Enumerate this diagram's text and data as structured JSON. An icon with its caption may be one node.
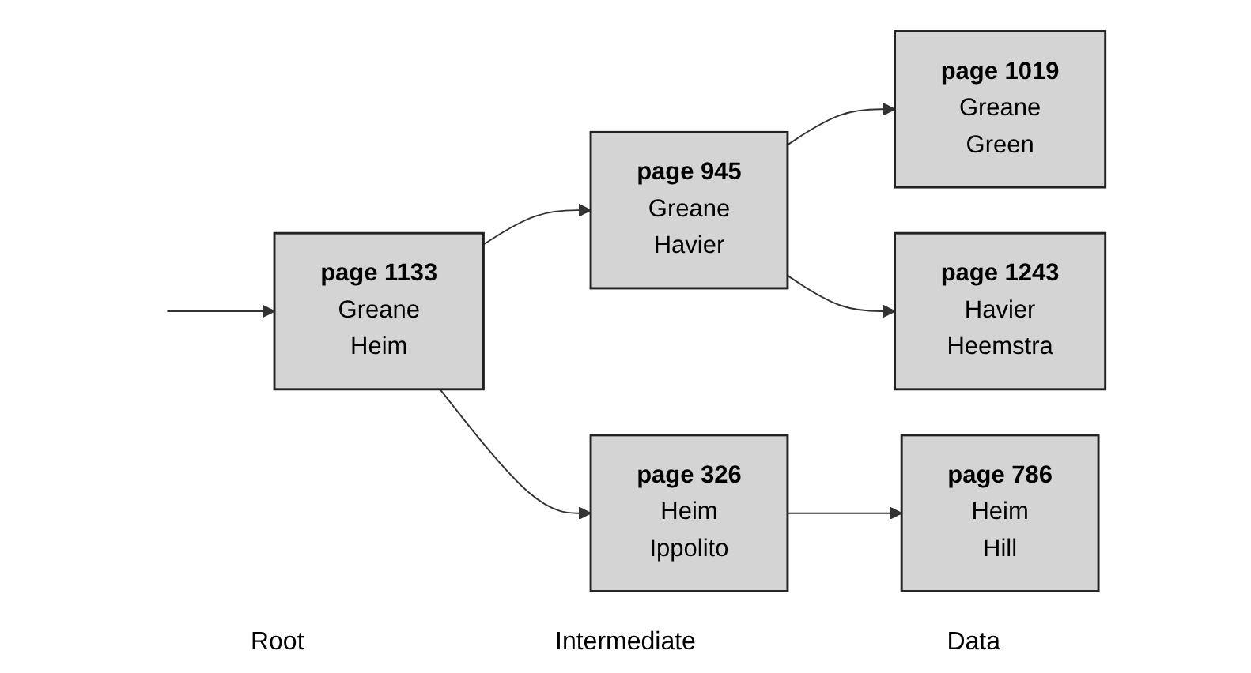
{
  "diagram": {
    "nodes": [
      {
        "text": [
          "page 1133",
          "Greane",
          "Heim"
        ]
      },
      {
        "text": [
          "page 945",
          "Greane",
          "Havier"
        ]
      },
      {
        "text": [
          "page 326",
          "Heim",
          "Ippolito"
        ]
      },
      {
        "text": [
          "page 1019",
          "Greane",
          "Green"
        ]
      },
      {
        "text": [
          "page 1243",
          "Havier",
          "Heemstra"
        ]
      },
      {
        "text": [
          "page 786",
          "Heim",
          "Hill"
        ]
      }
    ],
    "edges": [
      {
        "from": null,
        "to": 0,
        "arrow": "to"
      },
      {
        "from": 0,
        "to": 1,
        "arrow": "to"
      },
      {
        "from": 0,
        "to": 2,
        "arrow": "to"
      },
      {
        "from": 1,
        "to": 3,
        "arrow": "to"
      },
      {
        "from": 1,
        "to": 4,
        "arrow": "to"
      },
      {
        "from": 2,
        "to": 5,
        "arrow": "to"
      }
    ],
    "labels": [
      "Root",
      "Intermediate",
      "Data"
    ]
  }
}
